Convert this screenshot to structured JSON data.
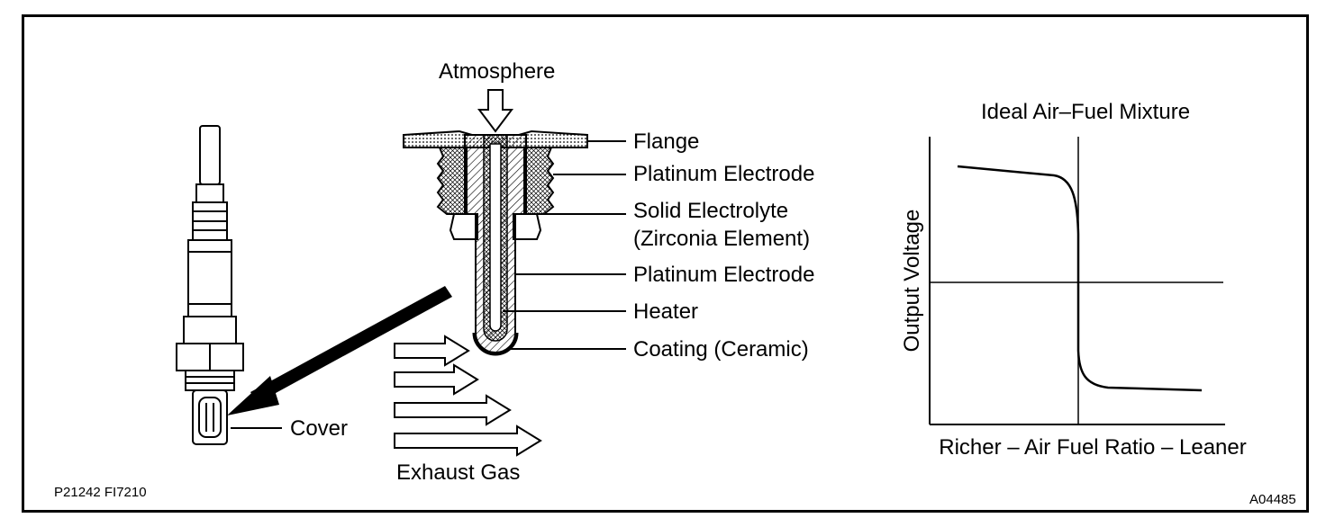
{
  "top_label": "Atmosphere",
  "callouts": {
    "flange": "Flange",
    "platinum_electrode_outer": "Platinum Electrode",
    "solid_electrolyte_line1": "Solid Electrolyte",
    "solid_electrolyte_line2": "(Zirconia Element)",
    "platinum_electrode_inner": "Platinum Electrode",
    "heater": "Heater",
    "coating": "Coating (Ceramic)",
    "cover": "Cover"
  },
  "exhaust_label": "Exhaust Gas",
  "figure_codes": {
    "left": "P21242  FI7210",
    "right": "A04485"
  },
  "chart_data": {
    "type": "line",
    "title": "Ideal Air–Fuel Mixture",
    "ylabel": "Output Voltage",
    "xlabel": "Richer – Air Fuel Ratio – Leaner",
    "ticks": "none",
    "grid": false,
    "reference_lines": "one vertical line at the ideal ratio, one horizontal line at mid voltage",
    "curve": "high voltage on the richer side, steep drop at the ideal ratio, low voltage on the leaner side"
  }
}
